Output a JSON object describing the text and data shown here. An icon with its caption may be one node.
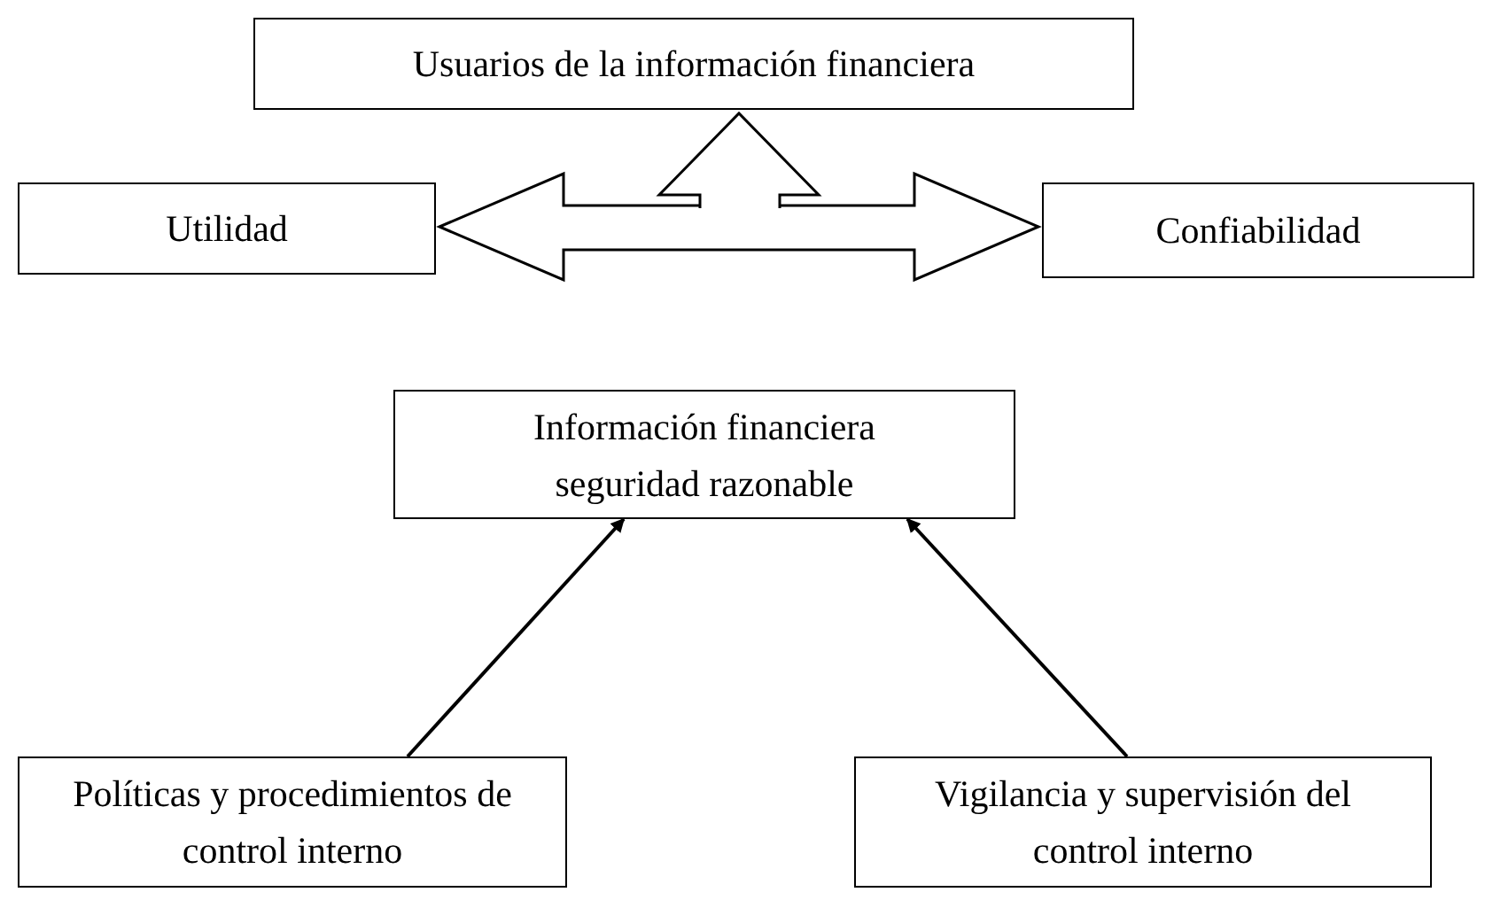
{
  "diagram": {
    "nodes": [
      {
        "text": [
          "Usuarios de la información financiera"
        ]
      },
      {
        "text": [
          "Utilidad"
        ]
      },
      {
        "text": [
          "Confiabilidad"
        ]
      },
      {
        "text": [
          "Información financiera seguridad razonable"
        ]
      },
      {
        "text": [
          "Políticas y procedimientos de control interno"
        ]
      },
      {
        "text": [
          "Vigilancia y supervisión del control interno"
        ]
      }
    ],
    "edges": [
      {
        "from": 1,
        "to": 2,
        "arrow": "both",
        "style": "thick"
      },
      {
        "from": null,
        "to": 0,
        "arrow": "to",
        "style": "thick"
      },
      {
        "from": 4,
        "to": 3,
        "arrow": "to"
      },
      {
        "from": 5,
        "to": 3,
        "arrow": "to"
      }
    ]
  }
}
